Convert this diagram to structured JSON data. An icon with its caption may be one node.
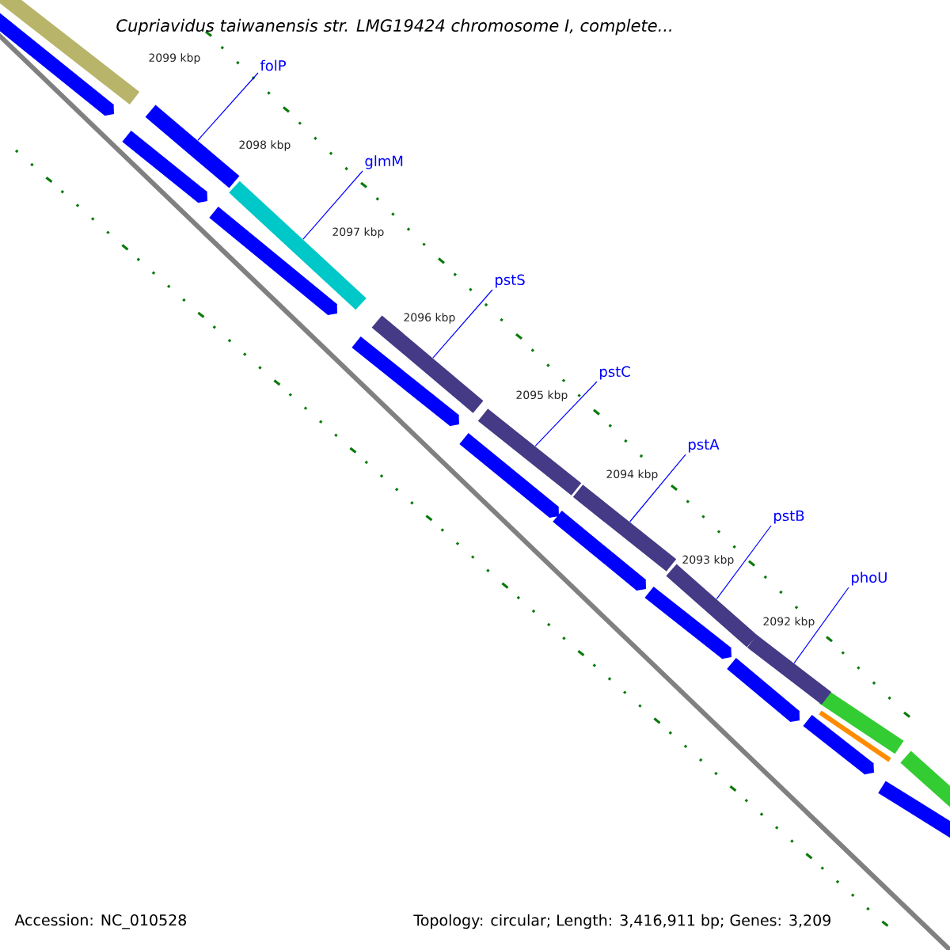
{
  "diagram": {
    "title": "Cupriavidus taiwanensis str. LMG19424 chromosome I, complete...",
    "nodes": [
      {
        "text": [
          "folP"
        ]
      },
      {
        "text": [
          "glmM"
        ]
      },
      {
        "text": [
          "pstS"
        ]
      },
      {
        "text": [
          "pstC"
        ]
      },
      {
        "text": [
          "pstA"
        ]
      },
      {
        "text": [
          "pstB"
        ]
      },
      {
        "text": [
          "phoU"
        ]
      },
      {
        "text": [],
        "shape": "bar"
      },
      {
        "text": [],
        "shape": "bar"
      },
      {
        "text": [],
        "shape": "bar"
      },
      {
        "text": [],
        "shape": "bar"
      },
      {
        "text": [],
        "shape": "bar"
      },
      {
        "text": [],
        "shape": "bar"
      },
      {
        "text": [],
        "shape": "bar"
      }
    ],
    "edges": [
      {
        "from": 0,
        "to": 7,
        "arrow": "none"
      },
      {
        "from": 1,
        "to": 8,
        "arrow": "none"
      },
      {
        "from": 2,
        "to": 9,
        "arrow": "none"
      },
      {
        "from": 3,
        "to": 10,
        "arrow": "none"
      },
      {
        "from": 4,
        "to": 11,
        "arrow": "none"
      },
      {
        "from": 5,
        "to": 12,
        "arrow": "none"
      },
      {
        "from": 6,
        "to": 13,
        "arrow": "none"
      }
    ],
    "labels": [
      "2099 kbp",
      "2098 kbp",
      "2097 kbp",
      "2096 kbp",
      "2095 kbp",
      "2094 kbp",
      "2093 kbp",
      "2092 kbp",
      "Accession: NC_010528",
      "Topology: circular; Length: 3,416,911 bp; Genes: 3,209"
    ]
  }
}
